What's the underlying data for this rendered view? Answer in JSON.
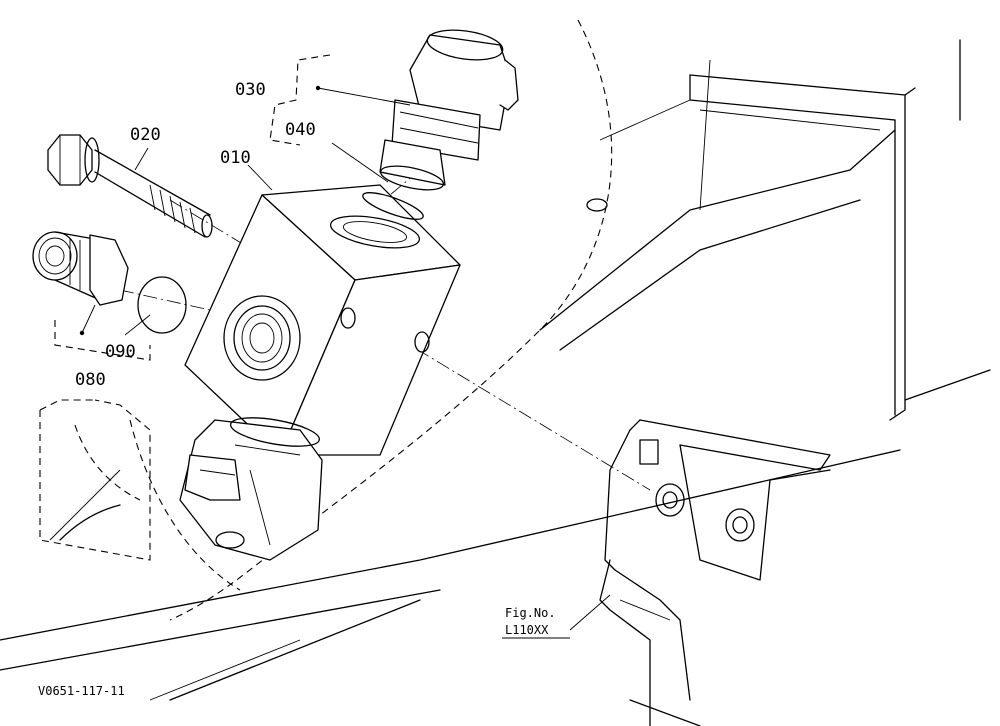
{
  "diagram": {
    "callouts": [
      {
        "id": "p010",
        "text": "010"
      },
      {
        "id": "p020",
        "text": "020"
      },
      {
        "id": "p030",
        "text": "030"
      },
      {
        "id": "p040",
        "text": "040"
      },
      {
        "id": "p080",
        "text": "080"
      },
      {
        "id": "p090",
        "text": "090"
      }
    ],
    "fig_label": "Fig.No.",
    "fig_number": "L110XX",
    "drawing_code": "V0651-117-11"
  }
}
